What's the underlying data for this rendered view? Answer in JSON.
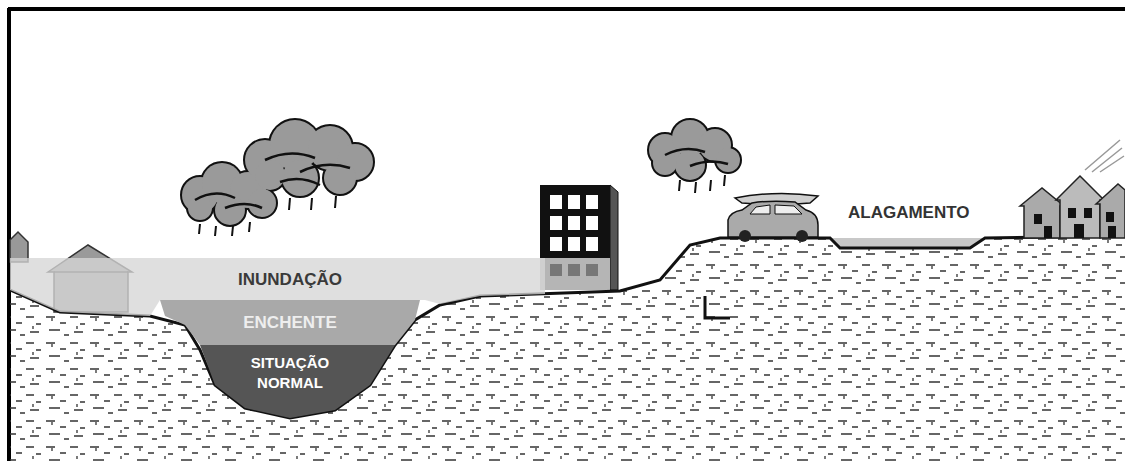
{
  "diagram": {
    "nodes": [
      {
        "text": [
          "INUNDAÇÃO"
        ]
      },
      {
        "text": [
          "ENCHENTE"
        ]
      },
      {
        "text": [
          "SITUAÇÃO NORMAL"
        ]
      }
    ],
    "labels": [
      "ALAGAMENTO"
    ]
  }
}
